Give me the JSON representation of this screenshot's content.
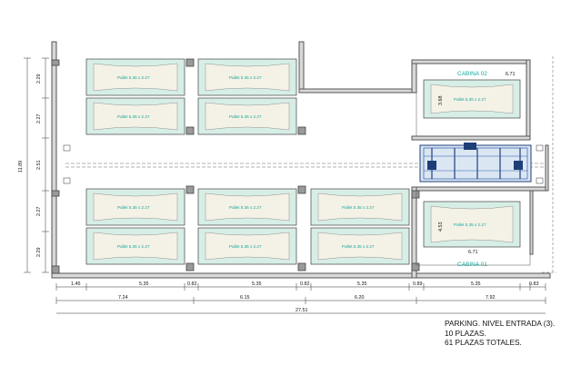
{
  "pallet_label": "Pallet 5.35 x 2.27",
  "cabins": {
    "top": {
      "label": "CABINA 02",
      "width_dim": "6.71",
      "height_dim": "3.68"
    },
    "bottom": {
      "label": "CABINA 01",
      "width_dim": "6.71",
      "height_dim": "4.53"
    }
  },
  "left_dims": {
    "d1": "2.29",
    "d2": "2.27",
    "d3": "2.51",
    "d4": "2.27",
    "d5": "2.29",
    "total": "11.89"
  },
  "bottom_dims": {
    "row1": [
      "1.45",
      "5.35",
      "0.82",
      "5.35",
      "0.82",
      "5.35",
      "0.89",
      "5.35",
      "0.83"
    ],
    "row2": [
      "7.24",
      "6.15",
      "6.20",
      "7.92"
    ],
    "total": "27.51"
  },
  "notes": {
    "line1": "PARKING. NIVEL ENTRADA (3).",
    "line2": "10 PLAZAS.",
    "line3": "61 PLAZAS TOTALES."
  }
}
